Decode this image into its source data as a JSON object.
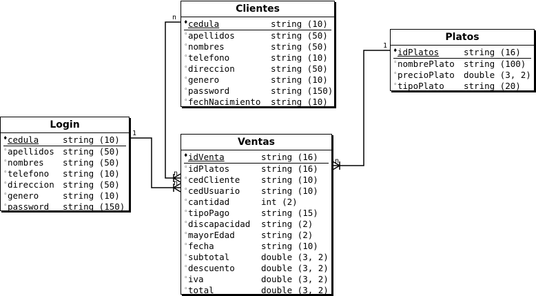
{
  "entities": {
    "clientes": {
      "title": "Clientes",
      "fields": [
        {
          "name": "cedula",
          "type": "string (10)",
          "pk": true
        },
        {
          "name": "apellidos",
          "type": "string (50)"
        },
        {
          "name": "nombres",
          "type": "string (50)"
        },
        {
          "name": "telefono",
          "type": "string (10)"
        },
        {
          "name": "direccion",
          "type": "string (50)"
        },
        {
          "name": "genero",
          "type": "string (10)"
        },
        {
          "name": "password",
          "type": "string (150)"
        },
        {
          "name": "fechNacimiento",
          "type": "string (10)"
        }
      ]
    },
    "platos": {
      "title": "Platos",
      "fields": [
        {
          "name": "idPlatos",
          "type": "string (16)",
          "pk": true
        },
        {
          "name": "nombrePlato",
          "type": "string (100)"
        },
        {
          "name": "precioPlato",
          "type": "double (3, 2)"
        },
        {
          "name": "tipoPlato",
          "type": "string (20)"
        }
      ]
    },
    "login": {
      "title": "Login",
      "fields": [
        {
          "name": "cedula",
          "type": "string (10)",
          "pk": true
        },
        {
          "name": "apellidos",
          "type": "string (50)"
        },
        {
          "name": "nombres",
          "type": "string (50)"
        },
        {
          "name": "telefono",
          "type": "string (10)"
        },
        {
          "name": "direccion",
          "type": "string (50)"
        },
        {
          "name": "genero",
          "type": "string (10)"
        },
        {
          "name": "password",
          "type": "string (150)"
        }
      ]
    },
    "ventas": {
      "title": "Ventas",
      "fields": [
        {
          "name": "idVenta",
          "type": "string (16)",
          "pk": true
        },
        {
          "name": "idPlatos",
          "type": "string (16)"
        },
        {
          "name": "cedCliente",
          "type": "string (10)"
        },
        {
          "name": "cedUsuario",
          "type": "string (10)"
        },
        {
          "name": "cantidad",
          "type": "int (2)"
        },
        {
          "name": "tipoPago",
          "type": "string (15)"
        },
        {
          "name": "discapacidad",
          "type": "string (2)"
        },
        {
          "name": "mayorEdad",
          "type": "string (2)"
        },
        {
          "name": "fecha",
          "type": "string (10)"
        },
        {
          "name": "subtotal",
          "type": "double (3, 2)"
        },
        {
          "name": "descuento",
          "type": "double (3, 2)"
        },
        {
          "name": "iva",
          "type": "double (3, 2)"
        },
        {
          "name": "total",
          "type": "double (3, 2)"
        }
      ]
    }
  },
  "relationships": [
    {
      "from": "clientes",
      "to": "ventas",
      "from_card": "n",
      "to_card": "n"
    },
    {
      "from": "login",
      "to": "ventas",
      "from_card": "1",
      "to_card": "n"
    },
    {
      "from": "platos",
      "to": "ventas",
      "from_card": "1",
      "to_card": "n"
    }
  ],
  "pk_marker": "♦",
  "field_marker": "◦"
}
